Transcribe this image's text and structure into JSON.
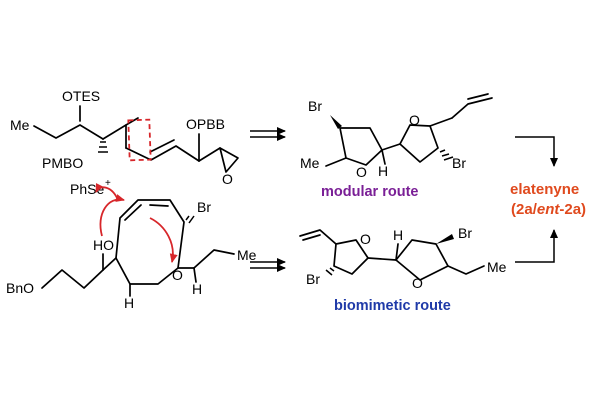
{
  "colors": {
    "modular": "#7a1f96",
    "biomimetic": "#1f3aa8",
    "product": "#e04a1e",
    "highlight": "#d7262a"
  },
  "top_substrate": {
    "otes": "OTES",
    "me": "Me",
    "pmbo": "PMBO",
    "opbb": "OPBB",
    "epoxide_o": "O"
  },
  "bottom_substrate": {
    "phse": "PhSe",
    "phse_charge": "+",
    "br": "Br",
    "ho": "HO",
    "ring_o": "O",
    "me": "Me",
    "bno": "BnO",
    "h_left": "H",
    "h_right": "H"
  },
  "top_product": {
    "br_left": "Br",
    "br_right": "Br",
    "o_left": "O",
    "o_right": "O",
    "me": "Me",
    "h": "H"
  },
  "bottom_product": {
    "br_left": "Br",
    "br_right": "Br",
    "o_left": "O",
    "o_right": "O",
    "me": "Me",
    "h": "H"
  },
  "routes": {
    "modular": "modular route",
    "biomimetic": "biomimetic route"
  },
  "product": {
    "name": "elatenyne",
    "code_open": "(",
    "code_a": "2a",
    "code_sep": "/",
    "code_ent": "ent",
    "code_b": "-2a",
    "code_close": ")"
  }
}
